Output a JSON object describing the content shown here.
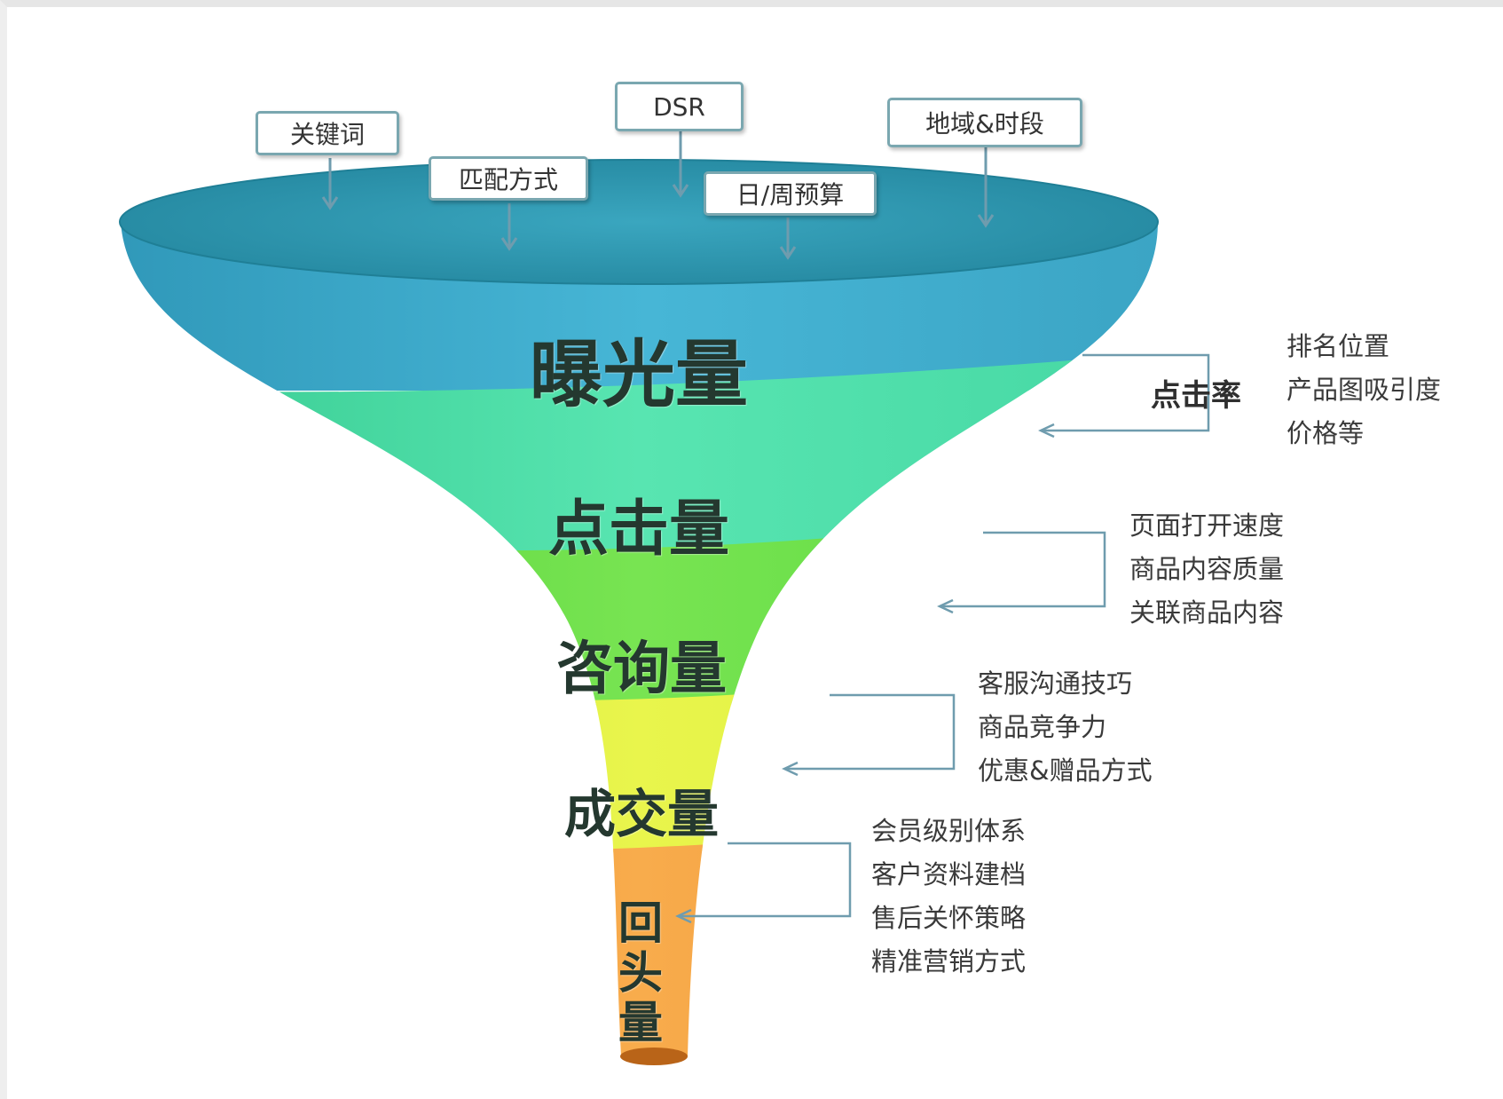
{
  "colors": {
    "stage_fills": [
      "#3aa7c6",
      "#4fdca6",
      "#6edc4c",
      "#d7ef3e",
      "#f39a3c"
    ],
    "rim_top": "#2b90a8",
    "connector": "#6f9cae"
  },
  "top_inputs": {
    "keyword": "关键词",
    "match_type": "匹配方式",
    "dsr": "DSR",
    "budget": "日/周预算",
    "region_time": "地域&时段"
  },
  "stages": {
    "exposure": "曝光量",
    "clicks": "点击量",
    "inquiries": "咨询量",
    "deals": "成交量",
    "repeat": "回头量"
  },
  "ctr": {
    "label": "点击率",
    "factors": [
      "排名位置",
      "产品图吸引度",
      "价格等"
    ]
  },
  "inquiry_factors": [
    "页面打开速度",
    "商品内容质量",
    "关联商品内容"
  ],
  "deal_factors": [
    "客服沟通技巧",
    "商品竞争力",
    "优惠&赠品方式"
  ],
  "repeat_factors": [
    "会员级别体系",
    "客户资料建档",
    "售后关怀策略",
    "精准营销方式"
  ]
}
